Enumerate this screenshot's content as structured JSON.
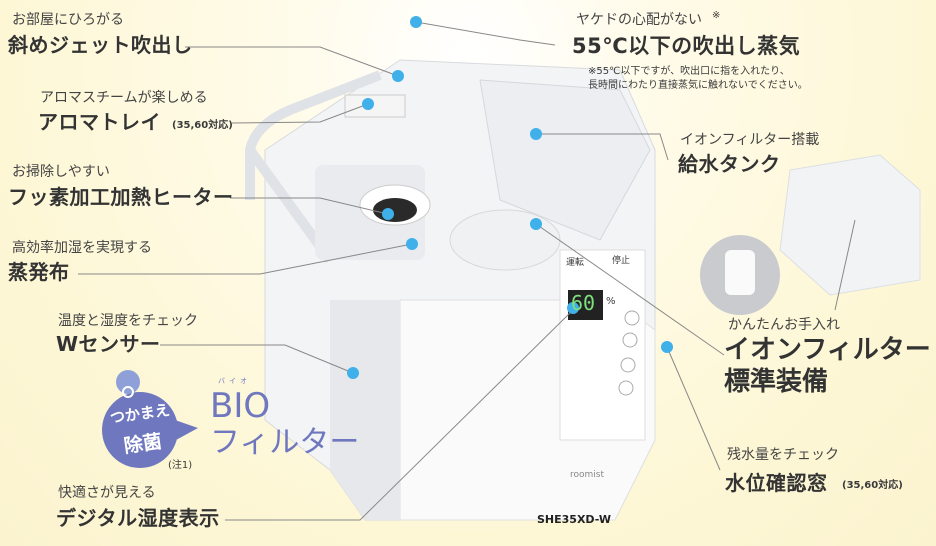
{
  "callouts": {
    "jet": {
      "sub": "お部屋にひろがる",
      "main": "斜めジェット吹出し"
    },
    "aroma": {
      "sub": "アロマスチームが楽しめる",
      "main": "アロマトレイ",
      "note": "(35,60対応)"
    },
    "heater": {
      "sub": "お掃除しやすい",
      "main": "フッ素加工加熱ヒーター"
    },
    "wick": {
      "sub": "高効率加湿を実現する",
      "main": "蒸発布"
    },
    "sensor": {
      "sub": "温度と湿度をチェック",
      "main": "Wセンサー"
    },
    "display": {
      "sub": "快適さが見える",
      "main": "デジタル湿度表示"
    },
    "steam": {
      "sub": "ヤケドの心配がない",
      "mark": "※",
      "main": "55℃以下の吹出し蒸気",
      "note1": "※55℃以下ですが、吹出口に指を入れたり、",
      "note2": "長時間にわたり直接蒸気に触れないでください。"
    },
    "tank": {
      "sub": "イオンフィルター搭載",
      "main": "給水タンク"
    },
    "ionfilter": {
      "sub": "かんたんお手入れ",
      "main1": "イオンフィルター",
      "main2": "標準装備"
    },
    "window": {
      "sub": "残水量をチェック",
      "main": "水位確認窓",
      "note": "(35,60対応)"
    }
  },
  "bio": {
    "badge1": "つかまえ",
    "badge2": "除菌",
    "note": "(注1)",
    "ruby": "バイオ",
    "title1": "BIO",
    "title2": "フィルター"
  },
  "product": {
    "model": "SHE35XD-W",
    "brand": "roomist",
    "display_value": "60",
    "display_unit": "%",
    "panel_run": "運転",
    "panel_stop": "停止"
  },
  "colors": {
    "dot": "#3fb0ea",
    "bio": "#6f78bf",
    "background": "#fdf7d6"
  }
}
